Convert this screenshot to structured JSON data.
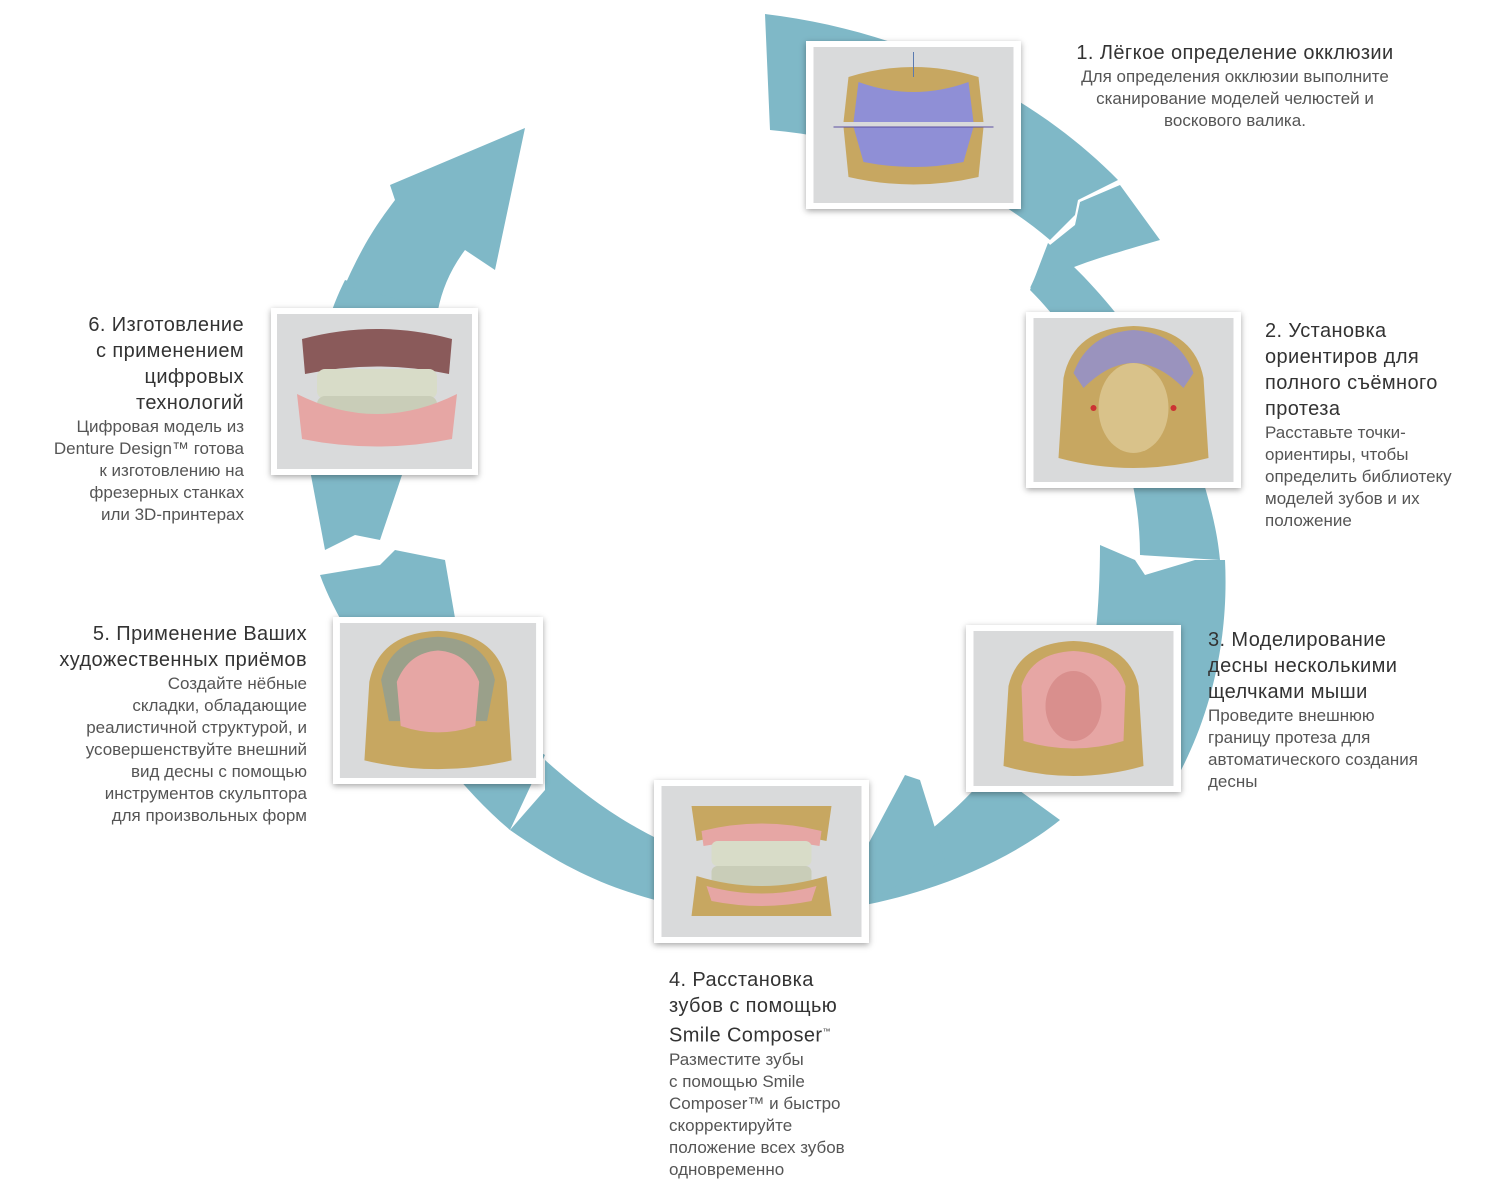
{
  "colors": {
    "ring": "#7fb8c7",
    "photo_bg": "#d9dadb",
    "gold": "#d4b774",
    "gum": "#e6a6a4",
    "wax": "#8f8fd6",
    "tooth": "#d8dcc8"
  },
  "steps": [
    {
      "title": "1. Лёгкое определение окклюзии",
      "desc": [
        "Для определения окклюзии выполните",
        "сканирование моделей челюстей и",
        "воскового валика."
      ],
      "icon": "occlusion-scan-image"
    },
    {
      "title": [
        "2. Установка",
        "ориентиров для",
        "полного съёмного",
        "протеза"
      ],
      "desc": [
        "Расставьте точки-",
        "ориентиры, чтобы",
        "определить библиотеку",
        "моделей зубов и их",
        "положение"
      ],
      "icon": "landmarks-image"
    },
    {
      "title": [
        "3. Моделирование",
        "десны несколькими",
        "щелчками мыши"
      ],
      "desc": [
        "Проведите внешнюю",
        "границу протеза для",
        "автоматического создания",
        "десны"
      ],
      "icon": "gingiva-image"
    },
    {
      "title": [
        "4. Расстановка",
        "зубов с помощью",
        "Smile Composer",
        "™"
      ],
      "desc": [
        "Разместите зубы",
        "с помощью Smile",
        "Composer™ и быстро",
        "скорректируйте",
        "положение всех зубов",
        "одновременно"
      ],
      "icon": "teeth-setup-image"
    },
    {
      "title": [
        "5. Применение Ваших",
        "художественных приёмов"
      ],
      "desc": [
        "Создайте нёбные",
        "складки, обладающие",
        "реалистичной структурой, и",
        "усовершенствуйте внешний",
        "вид десны с помощью",
        "инструментов скульптора",
        "для произвольных форм"
      ],
      "icon": "sculpt-image"
    },
    {
      "title": [
        "6. Изготовление",
        "с применением",
        "цифровых",
        "технологий"
      ],
      "desc": [
        "Цифровая модель из",
        "Denture Design™ готова",
        "к изготовлению на",
        "фрезерных станках",
        "или 3D-принтерах"
      ],
      "icon": "denture-image"
    }
  ]
}
